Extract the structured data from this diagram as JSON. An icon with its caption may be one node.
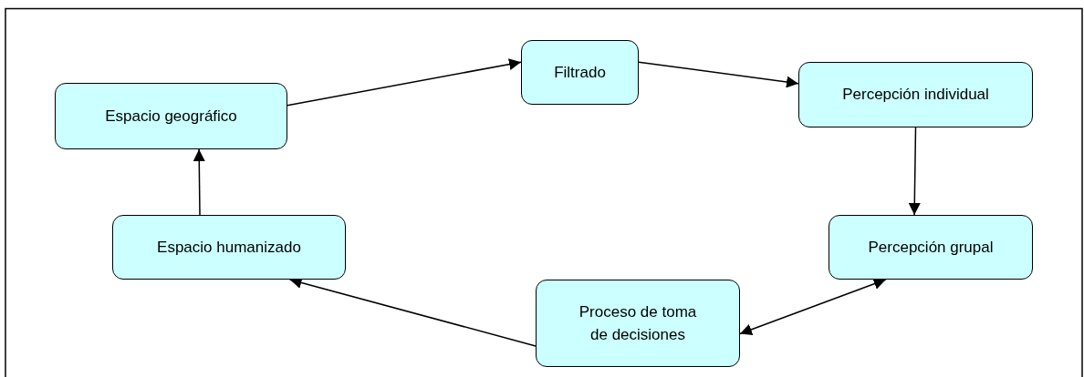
{
  "diagram": {
    "nodes": [
      {
        "text": [
          "Espacio geográfico"
        ]
      },
      {
        "text": [
          "Filtrado"
        ]
      },
      {
        "text": [
          "Percepción individual"
        ]
      },
      {
        "text": [
          "Percepción grupal"
        ]
      },
      {
        "text": [
          "Proceso de toma de decisiones"
        ]
      },
      {
        "text": [
          "Espacio humanizado"
        ]
      }
    ],
    "edges": [
      {
        "from": 0,
        "to": 1,
        "arrow": "to"
      },
      {
        "from": 1,
        "to": 2,
        "arrow": "to"
      },
      {
        "from": 2,
        "to": 3,
        "arrow": "to"
      },
      {
        "from": 4,
        "to": 3,
        "arrow": "both"
      },
      {
        "from": 4,
        "to": 5,
        "arrow": "to"
      },
      {
        "from": 5,
        "to": 0,
        "arrow": "to"
      }
    ]
  }
}
